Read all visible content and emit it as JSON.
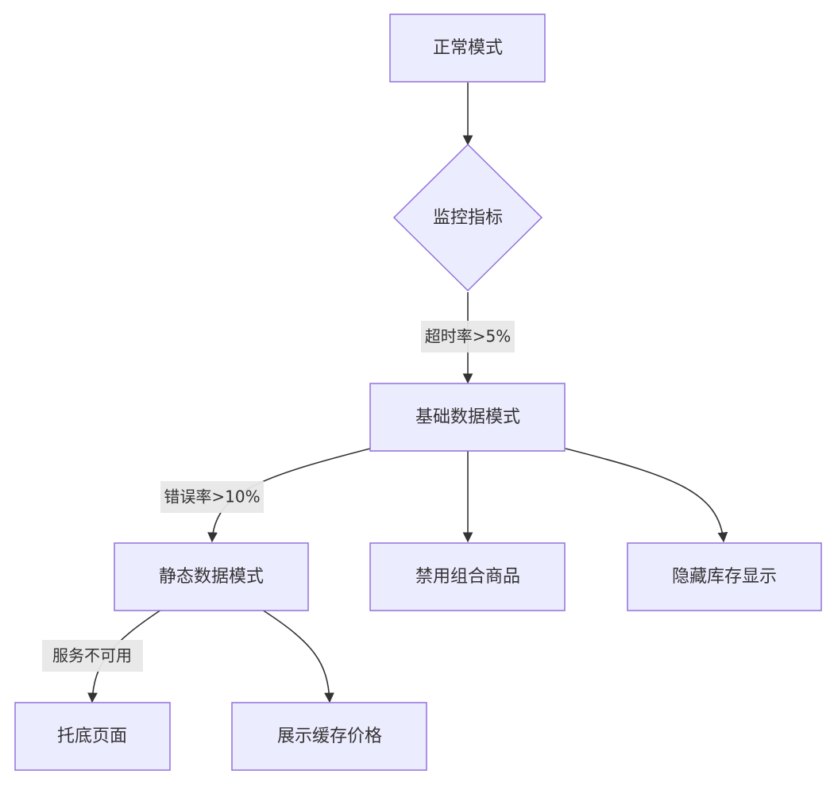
{
  "nodes": {
    "normal_mode": "正常模式",
    "monitor_metrics": "监控指标",
    "basic_data_mode": "基础数据模式",
    "static_data_mode": "静态数据模式",
    "disable_bundle": "禁用组合商品",
    "hide_stock": "隐藏库存显示",
    "fallback_page": "托底页面",
    "show_cached_price": "展示缓存价格"
  },
  "edge_labels": {
    "timeout_rate": "超时率>5%",
    "error_rate": "错误率>10%",
    "service_unavailable": "服务不可用"
  },
  "colors": {
    "node_fill": "#ECECFF",
    "node_stroke": "#9370DB",
    "edge": "#333333",
    "label_bg": "#E8E8E8"
  }
}
